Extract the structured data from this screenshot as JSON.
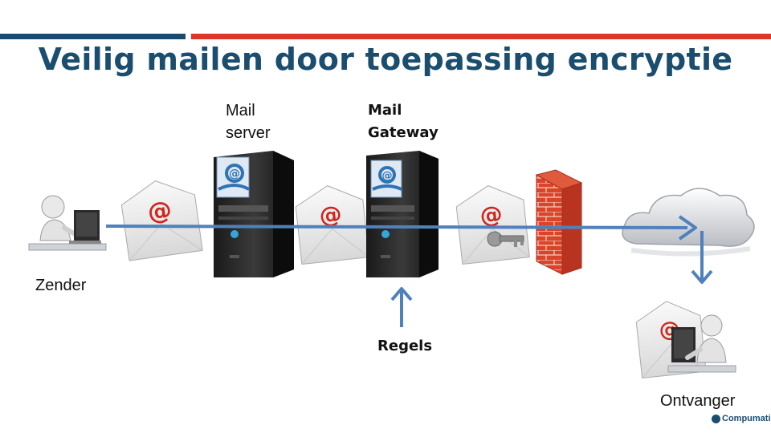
{
  "slide": {
    "title": "Veilig mailen door toepassing encryptie"
  },
  "labels": {
    "sender": "Zender",
    "mail_server": "Mail server",
    "mail_gateway": "Mail Gateway",
    "rules": "Regels",
    "receiver": "Ontvanger"
  },
  "logo": {
    "text": "Compumatica"
  },
  "colors": {
    "title": "#1b4d6e",
    "bar_dark": "#1a4a6e",
    "bar_red": "#e0352b",
    "arrow": "#4f81bd",
    "firewall": "#d9442a",
    "envelope_at": "#d0261d"
  },
  "icons": [
    "person-at-computer-icon",
    "envelope-icon",
    "server-tower-icon",
    "firewall-icon",
    "cloud-icon",
    "key-icon"
  ]
}
